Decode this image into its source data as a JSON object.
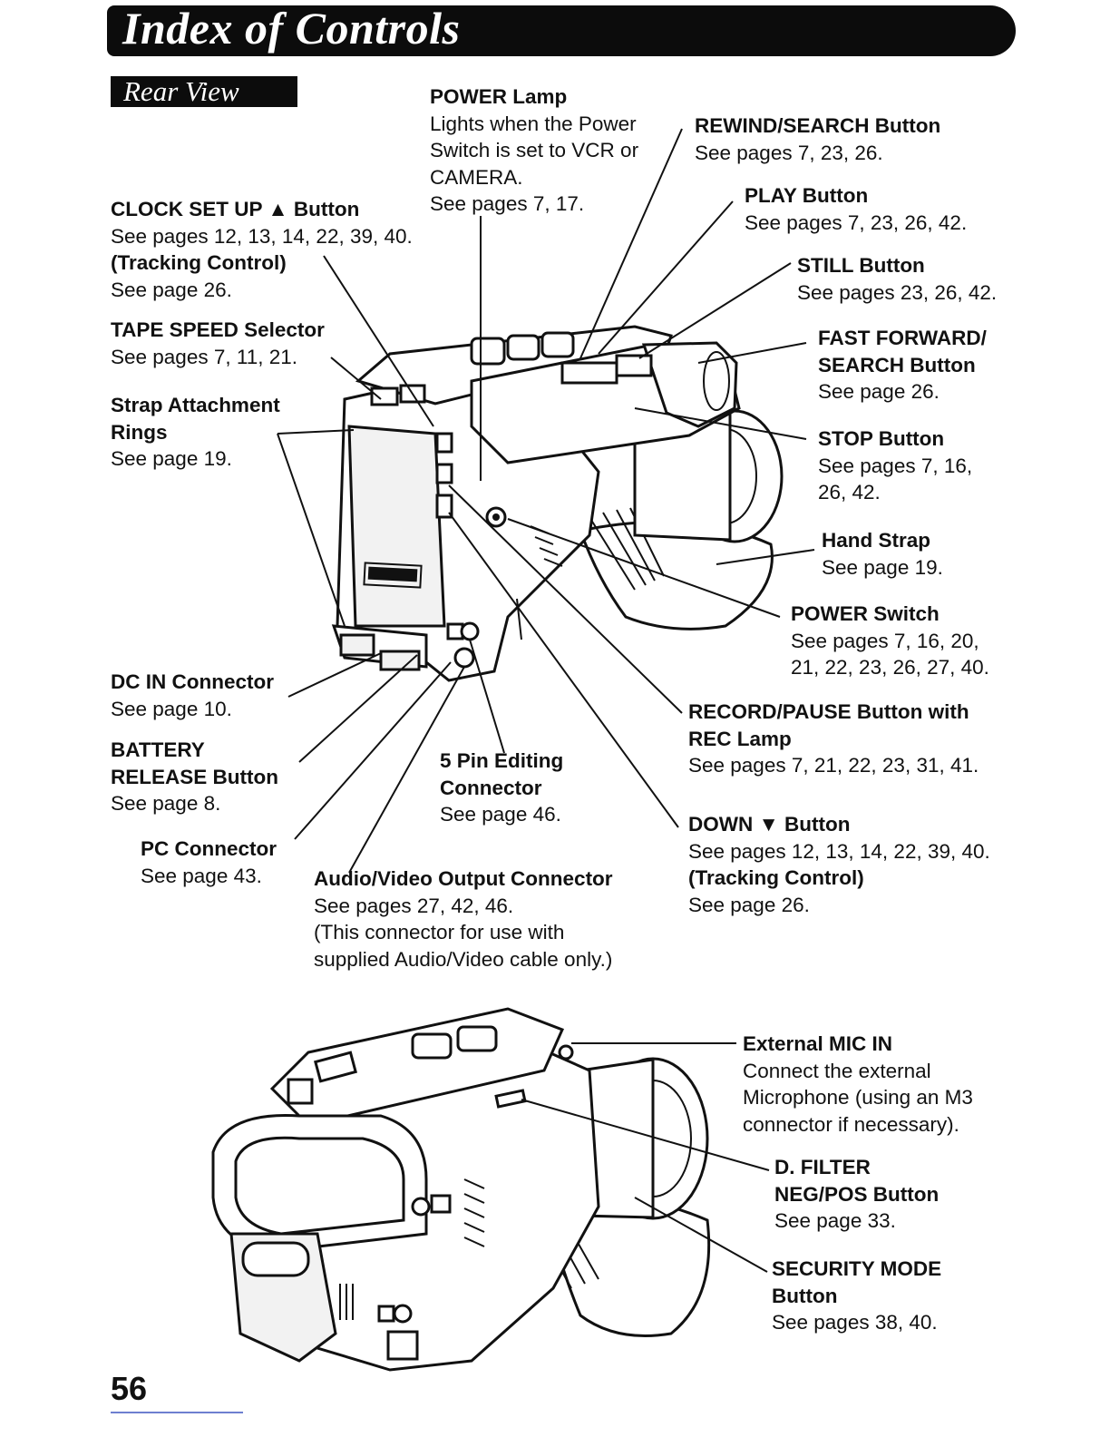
{
  "header": {
    "title": "Index of Controls",
    "section": "Rear View"
  },
  "labels": {
    "power_lamp": {
      "head": "POWER Lamp",
      "lines": [
        "Lights when the Power",
        "Switch is set to VCR or",
        "CAMERA.",
        "See pages 7, 17."
      ]
    },
    "rewind": {
      "head": "REWIND/SEARCH Button",
      "lines": [
        "See pages 7, 23, 26."
      ]
    },
    "clock": {
      "head": "CLOCK SET UP ▲ Button",
      "lines": [
        "See pages 12, 13, 14, 22, 39, 40."
      ],
      "head2": "(Tracking Control)",
      "lines2": [
        "See page 26."
      ]
    },
    "play": {
      "head": "PLAY Button",
      "lines": [
        "See pages 7, 23, 26, 42."
      ]
    },
    "still": {
      "head": "STILL Button",
      "lines": [
        "See pages 23, 26, 42."
      ]
    },
    "tape_speed": {
      "head": "TAPE SPEED Selector",
      "lines": [
        "See pages 7, 11, 21."
      ]
    },
    "fast_forward": {
      "head": "FAST FORWARD/",
      "head_b": "SEARCH Button",
      "lines": [
        "See page 26."
      ]
    },
    "strap_rings": {
      "head": "Strap Attachment",
      "head_b": "Rings",
      "lines": [
        "See page 19."
      ]
    },
    "stop": {
      "head": "STOP Button",
      "lines": [
        "See pages 7, 16,",
        "26, 42."
      ]
    },
    "hand_strap": {
      "head": "Hand Strap",
      "lines": [
        "See page 19."
      ]
    },
    "power_switch": {
      "head": "POWER Switch",
      "lines": [
        "See pages 7, 16, 20,",
        "21, 22, 23, 26, 27, 40."
      ]
    },
    "dc_in": {
      "head": "DC IN Connector",
      "lines": [
        "See page 10."
      ]
    },
    "record_pause": {
      "head": "RECORD/PAUSE Button with",
      "head_b": "REC Lamp",
      "lines": [
        "See pages 7, 21, 22, 23, 31, 41."
      ]
    },
    "battery": {
      "head": "BATTERY",
      "head_b": "RELEASE Button",
      "lines": [
        "See page 8."
      ]
    },
    "five_pin": {
      "head": "5 Pin Editing",
      "head_b": "Connector",
      "lines": [
        "See page 46."
      ]
    },
    "down": {
      "head": "DOWN ▼ Button",
      "lines": [
        "See pages 12, 13, 14, 22, 39, 40."
      ],
      "head2": "(Tracking Control)",
      "lines2": [
        "See page 26."
      ]
    },
    "pc": {
      "head": "PC Connector",
      "lines": [
        "See page 43."
      ]
    },
    "av_out": {
      "head": "Audio/Video Output Connector",
      "lines": [
        "See pages 27, 42, 46.",
        "(This connector for use with",
        "supplied Audio/Video cable only.)"
      ]
    },
    "mic_in": {
      "head": "External MIC IN",
      "lines": [
        "Connect the external",
        "Microphone (using an M3",
        "connector if necessary)."
      ]
    },
    "d_filter": {
      "head": "D. FILTER",
      "head_b": "NEG/POS Button",
      "lines": [
        "See page 33."
      ]
    },
    "security": {
      "head": "SECURITY MODE",
      "head_b": "Button",
      "lines": [
        "See pages 38, 40."
      ]
    }
  },
  "page_number": "56",
  "icons": [
    "camcorder-rear-illustration",
    "camcorder-front-illustration"
  ]
}
